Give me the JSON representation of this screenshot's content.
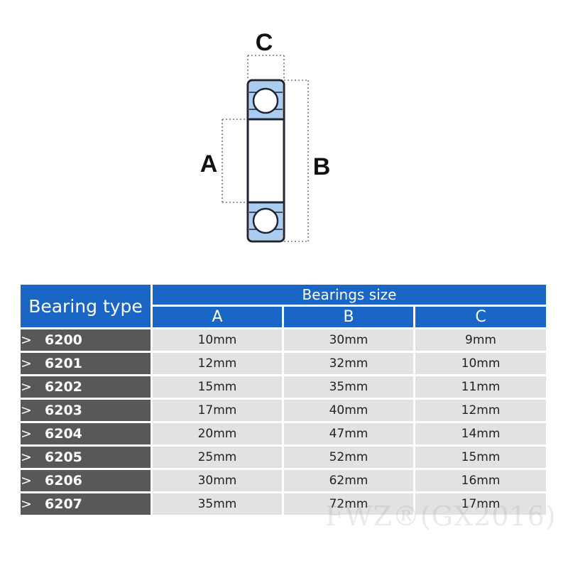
{
  "diagram": {
    "labels": {
      "a": "A",
      "b": "B",
      "c": "C"
    },
    "colors": {
      "ring": "#a9cdf2",
      "outline": "#1f2433",
      "ball": "#ffffff",
      "dim_line": "#777777"
    }
  },
  "table": {
    "header_type": "Bearing type",
    "header_group": "Bearings size",
    "columns": [
      "A",
      "B",
      "C"
    ],
    "row_marker": ">",
    "rows": [
      {
        "type": "6200",
        "a": "10mm",
        "b": "30mm",
        "c": "9mm"
      },
      {
        "type": "6201",
        "a": "12mm",
        "b": "32mm",
        "c": "10mm"
      },
      {
        "type": "6202",
        "a": "15mm",
        "b": "35mm",
        "c": "11mm"
      },
      {
        "type": "6203",
        "a": "17mm",
        "b": "40mm",
        "c": "12mm"
      },
      {
        "type": "6204",
        "a": "20mm",
        "b": "47mm",
        "c": "14mm"
      },
      {
        "type": "6205",
        "a": "25mm",
        "b": "52mm",
        "c": "15mm"
      },
      {
        "type": "6206",
        "a": "30mm",
        "b": "62mm",
        "c": "16mm"
      },
      {
        "type": "6207",
        "a": "35mm",
        "b": "72mm",
        "c": "17mm"
      }
    ],
    "colors": {
      "header_bg": "#1a66c6",
      "type_bg": "#58585a",
      "value_bg": "#e2e2e2"
    }
  },
  "watermark": "FWZ®(GX2016)"
}
